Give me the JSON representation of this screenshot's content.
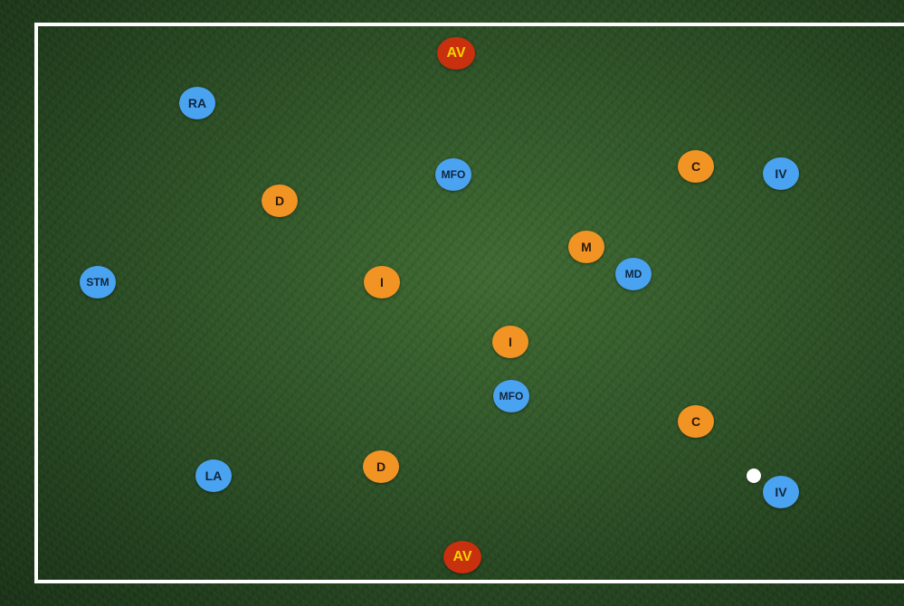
{
  "tokens": {
    "av_top": "AV",
    "av_bottom": "AV",
    "ra": "RA",
    "la": "LA",
    "stm": "STM",
    "mfo_top": "MFO",
    "mfo_bottom": "MFO",
    "md": "MD",
    "iv_top": "IV",
    "iv_bottom": "IV",
    "d_top": "D",
    "d_bottom": "D",
    "i_left": "I",
    "i_center": "I",
    "m": "M",
    "c_top": "C",
    "c_bottom": "C"
  },
  "colors": {
    "blue_team": "#4aa3f0",
    "orange_team": "#f29424",
    "referee_red": "#c8300e",
    "referee_text": "#f6d200",
    "pitch_line": "#ffffff",
    "ball": "#ffffff"
  }
}
